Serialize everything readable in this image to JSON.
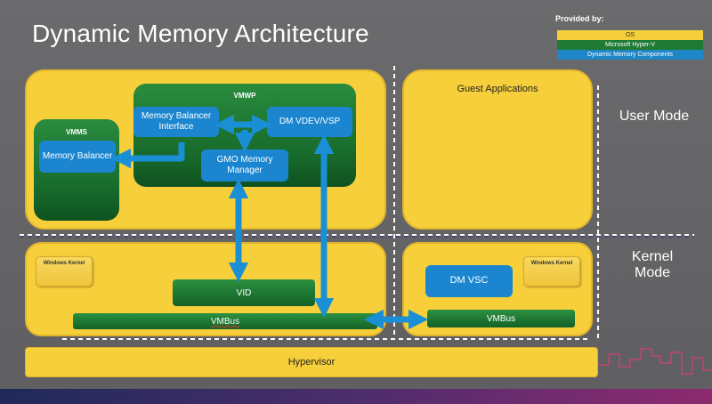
{
  "title": "Dynamic Memory Architecture",
  "legend": {
    "heading": "Provided by:",
    "items": [
      {
        "label": "OS",
        "color": "#f4cf3b"
      },
      {
        "label": "Microsoft Hyper-V",
        "color": "#1f7a34"
      },
      {
        "label": "Dynamic Memory Components",
        "color": "#1f86c8"
      }
    ]
  },
  "modes": {
    "user": "User Mode",
    "kernel_line1": "Kernel",
    "kernel_line2": "Mode"
  },
  "parent": {
    "vmms": {
      "label": "VMMS",
      "memory_balancer": "Memory Balancer"
    },
    "vmwp": {
      "label": "VMWP",
      "balancer_interface": "Memory Balancer Interface",
      "dm_vdev": "DM VDEV/VSP",
      "gmo": "GMO Memory Manager"
    },
    "windows_kernel": "Windows Kernel",
    "vid": "VID",
    "vmbus": "VMBus"
  },
  "guest": {
    "applications": "Guest Applications",
    "windows_kernel": "Windows Kernel",
    "dm_vsc": "DM VSC",
    "vmbus": "VMBus"
  },
  "hypervisor": "Hypervisor",
  "colors": {
    "os": "#f7cf3a",
    "hyperv": "#1f7a34",
    "dm": "#1b86cf",
    "arrow": "#1b8fd6",
    "dash": "#1a1f6e"
  }
}
